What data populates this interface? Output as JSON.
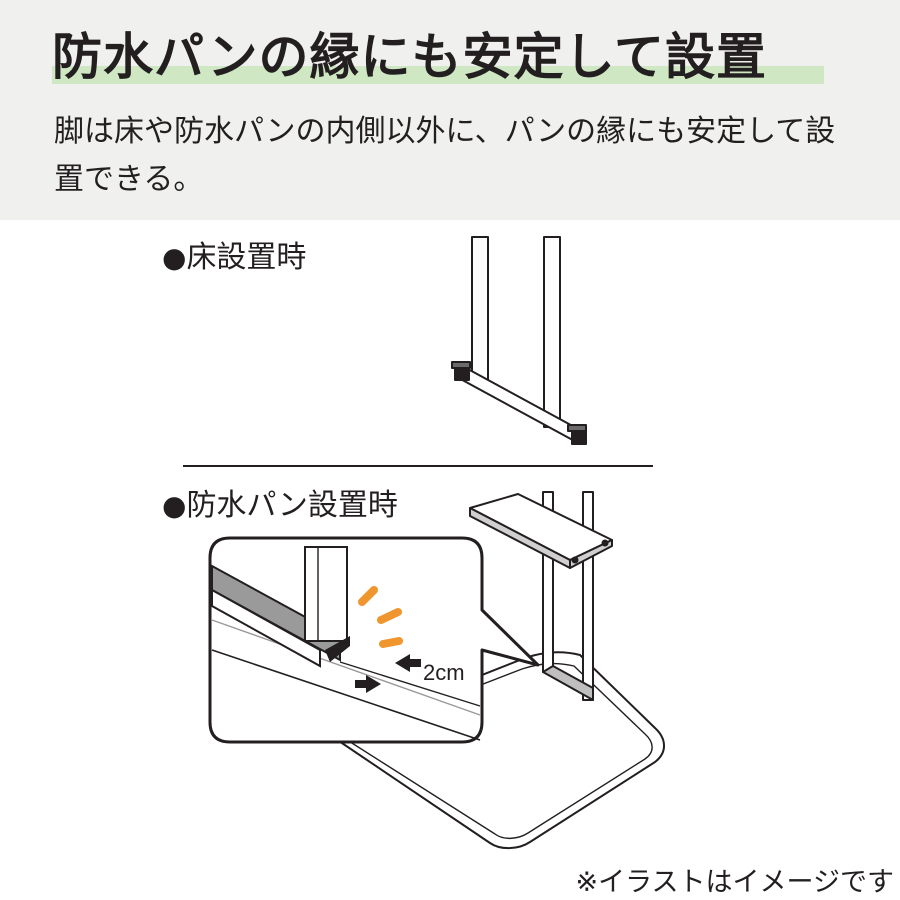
{
  "header": {
    "title": "防水パンの縁にも安定して設置",
    "description": "脚は床や防水パンの内側以外に、パンの縁にも安定して設置できる。"
  },
  "sections": {
    "floor": {
      "bullet": "●",
      "label": "床設置時"
    },
    "pan": {
      "bullet": "●",
      "label": "防水パン設置時"
    }
  },
  "callout": {
    "measurement": "2cm"
  },
  "footer": {
    "note": "※イラストはイメージです"
  },
  "colors": {
    "header_bg": "#f0f0ef",
    "title_highlight": "#cfe8c3",
    "accent_orange": "#f0962e",
    "text": "#231f20"
  }
}
